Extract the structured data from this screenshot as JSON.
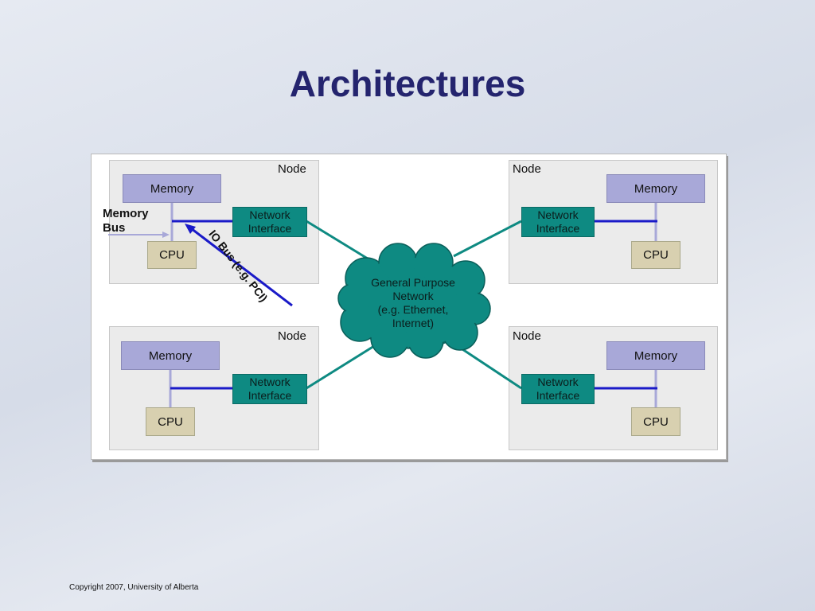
{
  "slide": {
    "title": "Architectures",
    "copyright": "Copyright 2007, University of Alberta"
  },
  "diagram": {
    "nodes": [
      {
        "label": "Node",
        "memory": "Memory",
        "cpu": "CPU",
        "network_interface": "Network\nInterface"
      },
      {
        "label": "Node",
        "memory": "Memory",
        "cpu": "CPU",
        "network_interface": "Network\nInterface"
      },
      {
        "label": "Node",
        "memory": "Memory",
        "cpu": "CPU",
        "network_interface": "Network\nInterface"
      },
      {
        "label": "Node",
        "memory": "Memory",
        "cpu": "CPU",
        "network_interface": "Network\nInterface"
      }
    ],
    "memory_bus_label": "Memory\nBus",
    "io_bus_label": "IO Bus (e.g. PCI)",
    "network_label": "General Purpose\nNetwork\n(e.g. Ethernet,\nInternet)"
  },
  "colors": {
    "title": "#24246e",
    "memory_box": "#a8a8d8",
    "cpu_box": "#d8d0b0",
    "network_teal": "#0e8a82",
    "bus_blue": "#1a1ac8",
    "node_bg": "#ebebeb"
  }
}
